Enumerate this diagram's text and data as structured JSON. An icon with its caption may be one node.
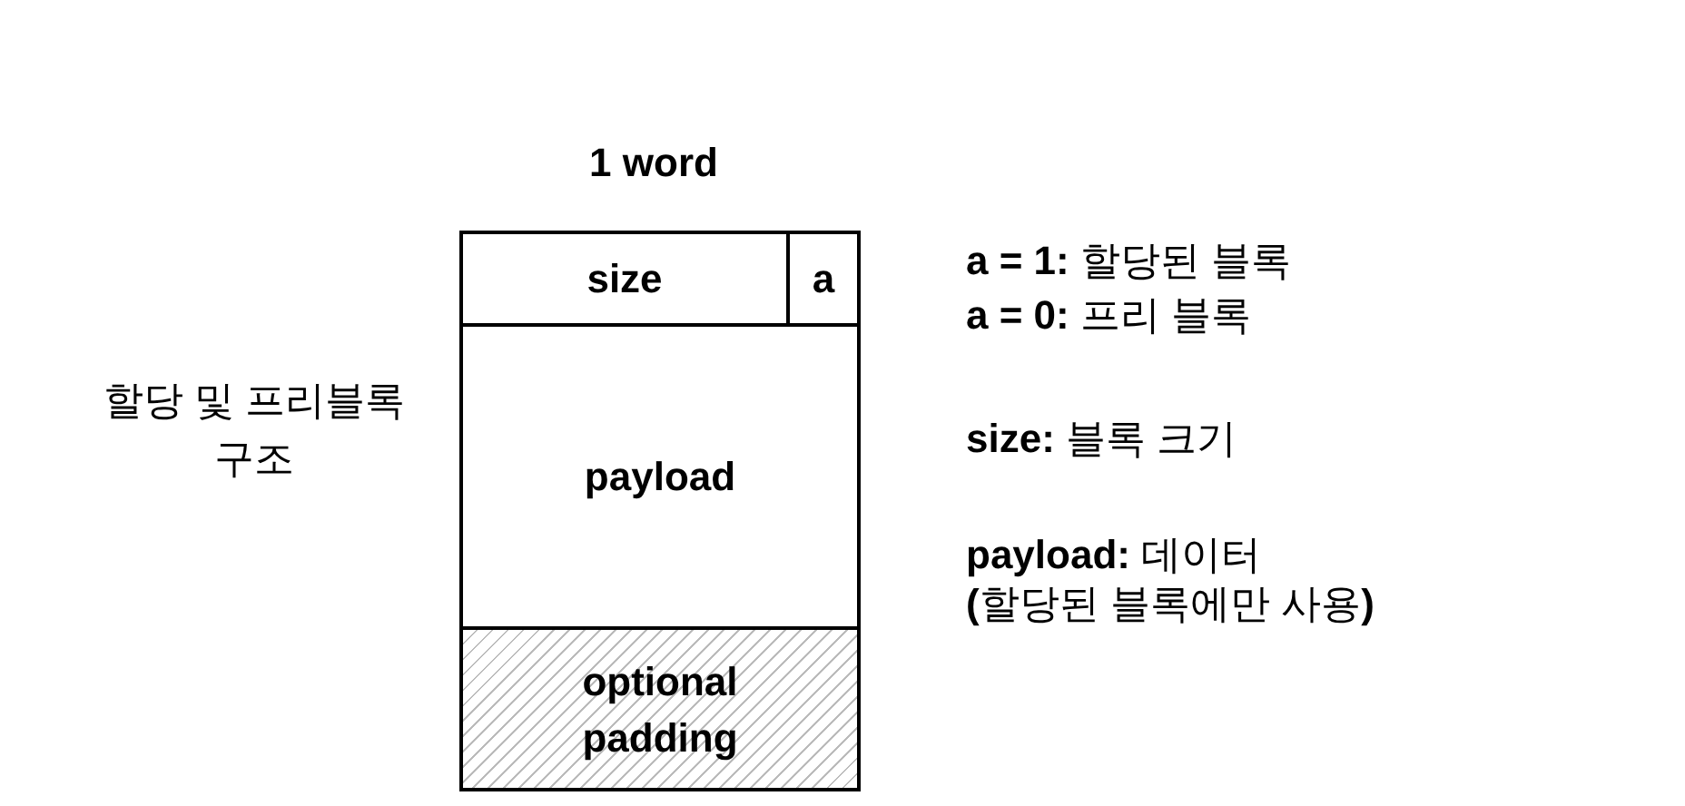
{
  "diagram": {
    "nodes": [
      {
        "text": [
          "size"
        ]
      },
      {
        "text": [
          "a"
        ]
      },
      {
        "text": [
          "payload"
        ]
      },
      {
        "text": [
          "optional padding"
        ]
      }
    ],
    "labels": [
      "1 word",
      "**a = 1:** 할당된 블록",
      "**a = 0:** 프리 블록",
      "할당 및 프리블록 구조",
      "**size:** 블록 크기",
      "**payload:** 데이터",
      "**(**할당된 블록에만 사용**)**"
    ]
  }
}
